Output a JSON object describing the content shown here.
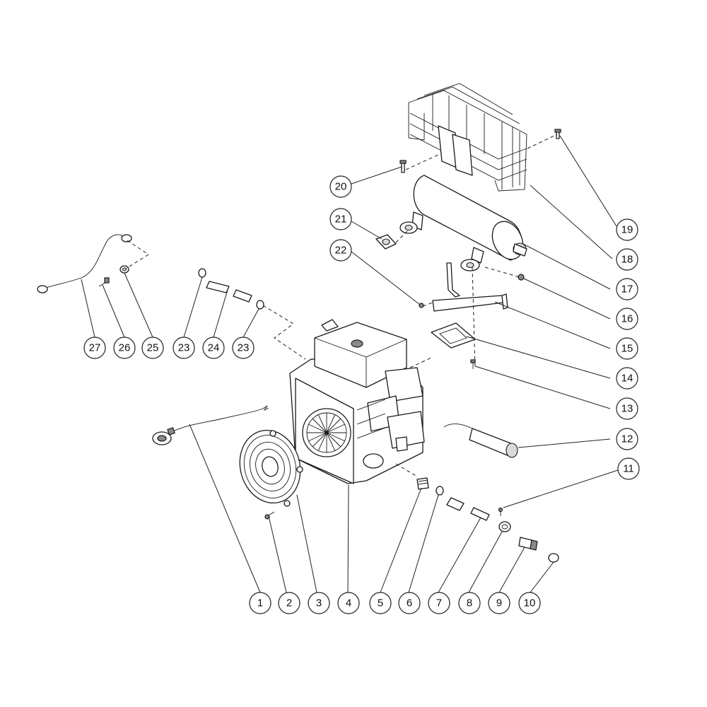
{
  "diagram": {
    "callouts": [
      {
        "id": "c1",
        "label": "1"
      },
      {
        "id": "c2",
        "label": "2"
      },
      {
        "id": "c3",
        "label": "3"
      },
      {
        "id": "c4",
        "label": "4"
      },
      {
        "id": "c5",
        "label": "5"
      },
      {
        "id": "c6",
        "label": "6"
      },
      {
        "id": "c7",
        "label": "7"
      },
      {
        "id": "c8",
        "label": "8"
      },
      {
        "id": "c9",
        "label": "9"
      },
      {
        "id": "c10",
        "label": "10"
      },
      {
        "id": "c11",
        "label": "11"
      },
      {
        "id": "c12",
        "label": "12"
      },
      {
        "id": "c13",
        "label": "13"
      },
      {
        "id": "c14",
        "label": "14"
      },
      {
        "id": "c15",
        "label": "15"
      },
      {
        "id": "c16",
        "label": "16"
      },
      {
        "id": "c17",
        "label": "17"
      },
      {
        "id": "c18",
        "label": "18"
      },
      {
        "id": "c19",
        "label": "19"
      },
      {
        "id": "c20",
        "label": "20"
      },
      {
        "id": "c21",
        "label": "21"
      },
      {
        "id": "c22",
        "label": "22"
      },
      {
        "id": "c23a",
        "label": "23"
      },
      {
        "id": "c24",
        "label": "24"
      },
      {
        "id": "c23b",
        "label": "23"
      },
      {
        "id": "c25",
        "label": "25"
      },
      {
        "id": "c26",
        "label": "26"
      },
      {
        "id": "c27",
        "label": "27"
      }
    ]
  }
}
